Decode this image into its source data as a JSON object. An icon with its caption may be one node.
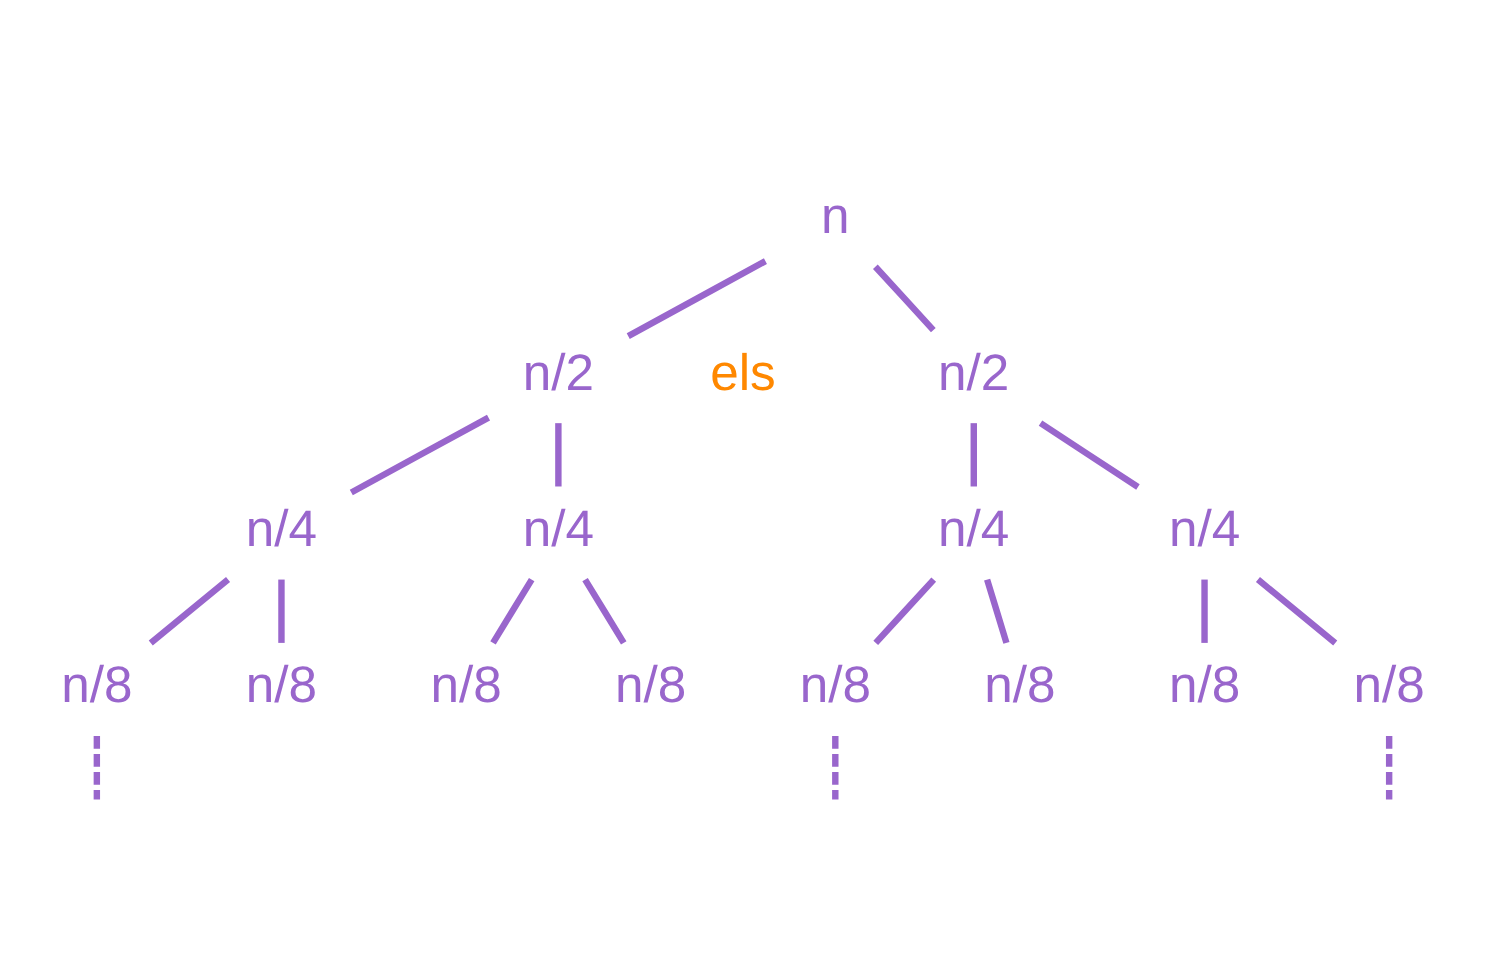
{
  "diagram": {
    "nodes": [
      {
        "text": [
          "n"
        ]
      },
      {
        "text": [
          "n/2"
        ]
      },
      {
        "text": [
          "n/2"
        ]
      },
      {
        "text": [
          "n/4"
        ]
      },
      {
        "text": [
          "n/4"
        ]
      },
      {
        "text": [
          "n/4"
        ]
      },
      {
        "text": [
          "n/4"
        ]
      },
      {
        "text": [
          "n/8"
        ]
      },
      {
        "text": [
          "n/8"
        ]
      },
      {
        "text": [
          "n/8"
        ]
      },
      {
        "text": [
          "n/8"
        ]
      },
      {
        "text": [
          "n/8"
        ]
      },
      {
        "text": [
          "n/8"
        ]
      },
      {
        "text": [
          "n/8"
        ]
      },
      {
        "text": [
          "n/8"
        ]
      }
    ],
    "edges": [
      {
        "from": 0,
        "to": 1,
        "arrow": "none"
      },
      {
        "from": 0,
        "to": 2,
        "arrow": "none"
      },
      {
        "from": 1,
        "to": 3,
        "arrow": "none"
      },
      {
        "from": 1,
        "to": 4,
        "arrow": "none"
      },
      {
        "from": 2,
        "to": 5,
        "arrow": "none"
      },
      {
        "from": 2,
        "to": 6,
        "arrow": "none"
      },
      {
        "from": 3,
        "to": 7,
        "arrow": "none"
      },
      {
        "from": 3,
        "to": 8,
        "arrow": "none"
      },
      {
        "from": 4,
        "to": 9,
        "arrow": "none"
      },
      {
        "from": 4,
        "to": 10,
        "arrow": "none"
      },
      {
        "from": 5,
        "to": 11,
        "arrow": "none"
      },
      {
        "from": 5,
        "to": 12,
        "arrow": "none"
      },
      {
        "from": 6,
        "to": 13,
        "arrow": "none"
      },
      {
        "from": 6,
        "to": 14,
        "arrow": "none"
      },
      {
        "from": 7,
        "to": null,
        "arrow": "none",
        "style": "dashed"
      },
      {
        "from": 11,
        "to": null,
        "arrow": "none",
        "style": "dashed"
      },
      {
        "from": 14,
        "to": null,
        "arrow": "none",
        "style": "dashed"
      }
    ],
    "labels": [
      "els"
    ]
  }
}
